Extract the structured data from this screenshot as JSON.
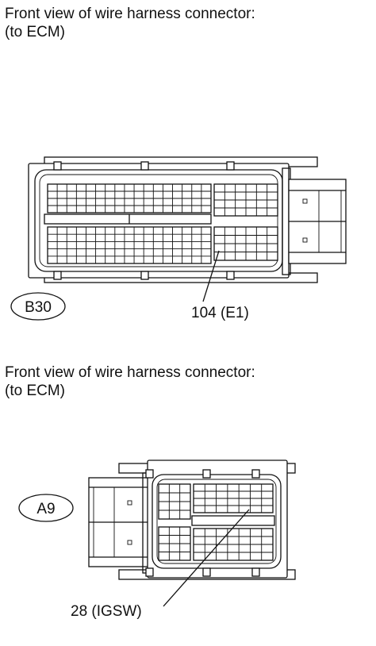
{
  "connectors": [
    {
      "caption_line1": "Front view of wire harness connector:",
      "caption_line2": "(to ECM)",
      "connector_code": "B30",
      "pin_label": "104 (E1)"
    },
    {
      "caption_line1": "Front view of wire harness connector:",
      "caption_line2": "(to ECM)",
      "connector_code": "A9",
      "pin_label": "28 (IGSW)"
    }
  ]
}
